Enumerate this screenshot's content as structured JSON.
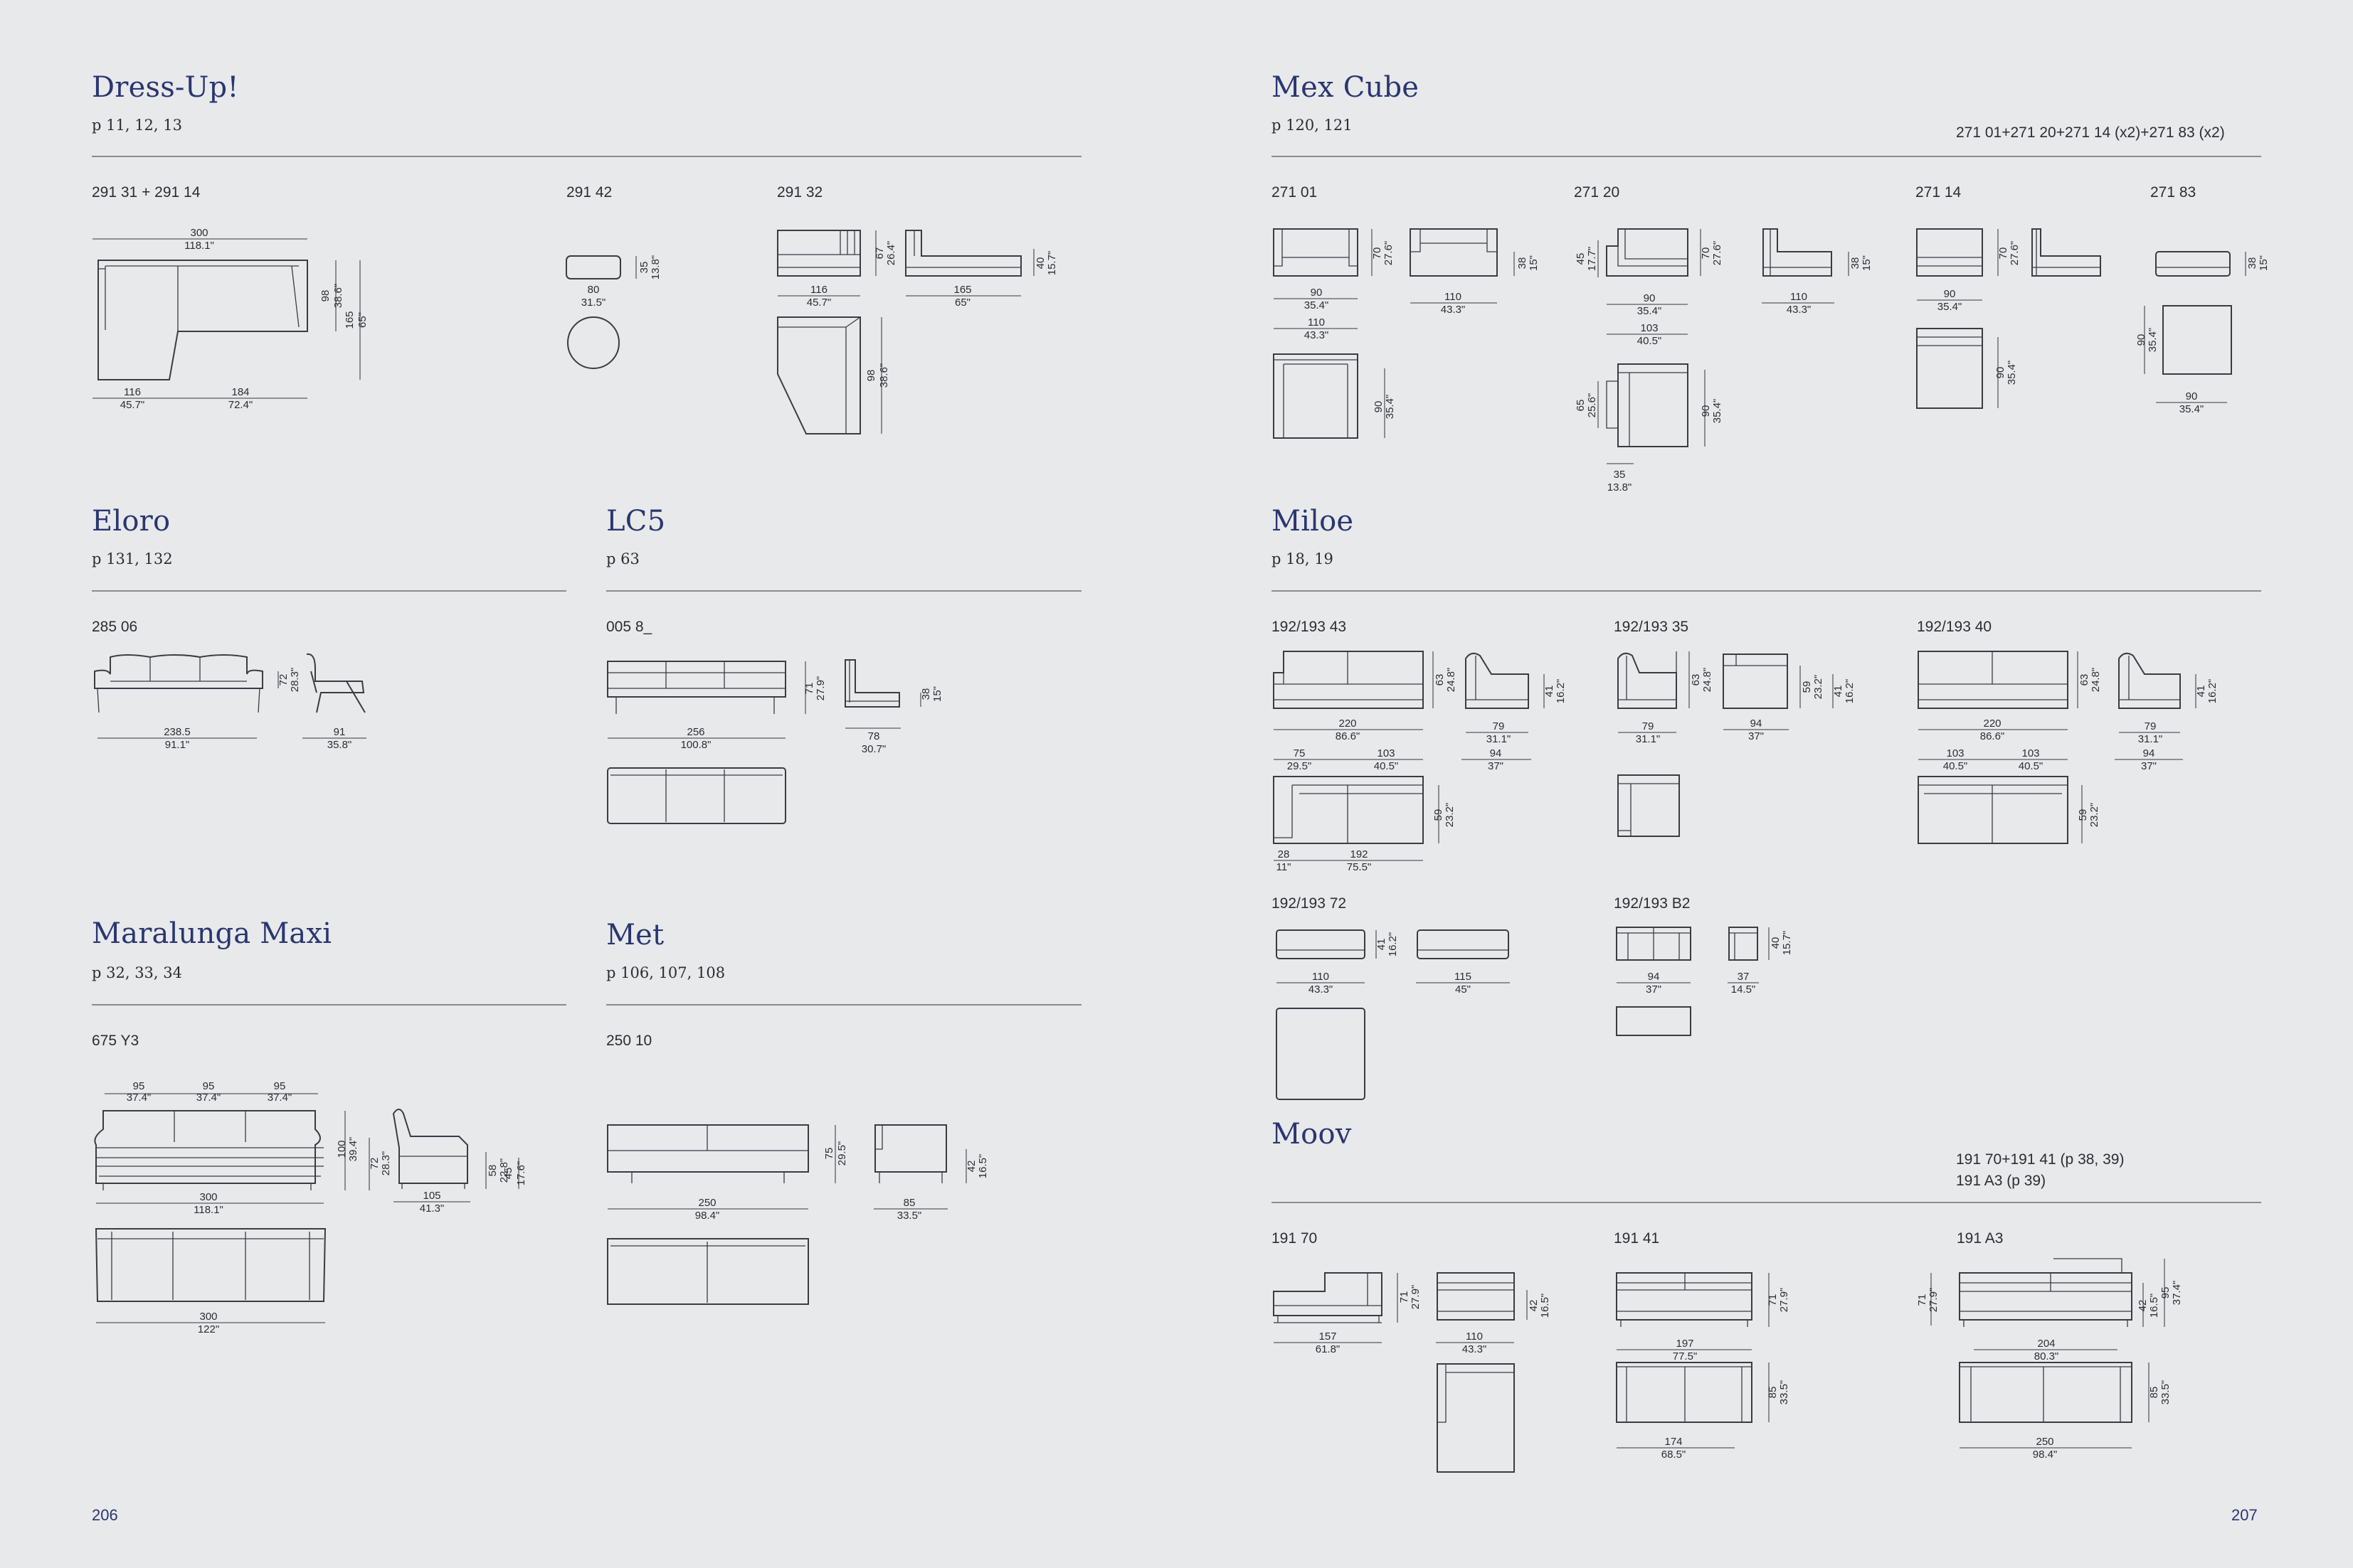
{
  "page_numbers": {
    "left": "206",
    "right": "207"
  },
  "sections": {
    "dressup": {
      "title": "Dress-Up!",
      "pages": "p 11, 12, 13",
      "items": {
        "a": {
          "code": "291 31 + 291 14",
          "w": "300",
          "w_in": "118.1\"",
          "d1": "98",
          "d1_in": "38.6\"",
          "d2": "165",
          "d2_in": "65\"",
          "b1": "116",
          "b1_in": "45.7\"",
          "b2": "184",
          "b2_in": "72.4\""
        },
        "b": {
          "code": "291 42",
          "h": "35",
          "h_in": "13.8\"",
          "w": "80",
          "w_in": "31.5\""
        },
        "c": {
          "code": "291 32",
          "h1": "67",
          "h1_in": "26.4\"",
          "h2": "40",
          "h2_in": "15.7\"",
          "w1": "116",
          "w1_in": "45.7\"",
          "w2": "165",
          "w2_in": "65\"",
          "d": "98",
          "d_in": "38.6\""
        }
      }
    },
    "eloro": {
      "title": "Eloro",
      "pages": "p 131, 132",
      "items": {
        "a": {
          "code": "285 06",
          "h": "72",
          "h_in": "28.3\"",
          "w": "238.5",
          "w_in": "91.1\"",
          "d": "91",
          "d_in": "35.8\""
        }
      }
    },
    "lc5": {
      "title": "LC5",
      "pages": "p 63",
      "items": {
        "a": {
          "code": "005 8_",
          "h": "71",
          "h_in": "27.9\"",
          "h2": "38",
          "h2_in": "15\"",
          "w": "256",
          "w_in": "100.8\"",
          "d": "78",
          "d_in": "30.7\""
        }
      }
    },
    "maralunga": {
      "title": "Maralunga Maxi",
      "pages": "p 32, 33, 34",
      "items": {
        "a": {
          "code": "675 Y3",
          "m1": "95",
          "m1_in": "37.4\"",
          "m2": "95",
          "m2_in": "37.4\"",
          "m3": "95",
          "m3_in": "37.4\"",
          "h1": "100",
          "h1_in": "39.4\"",
          "h2": "72",
          "h2_in": "28.3\"",
          "h3": "58",
          "h3_in": "22.8\"",
          "h4": "45",
          "h4_in": "17.6\"",
          "w": "300",
          "w_in": "118.1\"",
          "d": "105",
          "d_in": "41.3\"",
          "w2": "300",
          "w2_in": "122\""
        }
      }
    },
    "met": {
      "title": "Met",
      "pages": "p 106, 107, 108",
      "items": {
        "a": {
          "code": "250 10",
          "h": "75",
          "h_in": "29.5\"",
          "h2": "42",
          "h2_in": "16.5\"",
          "w": "250",
          "w_in": "98.4\"",
          "d": "85",
          "d_in": "33.5\""
        }
      }
    },
    "mexcube": {
      "title": "Mex Cube",
      "pages": "p 120, 121",
      "note": "271 01+271 20+271 14 (x2)+271 83 (x2)",
      "items": {
        "a": {
          "code": "271 01",
          "h1": "70",
          "h1_in": "27.6\"",
          "h2": "38",
          "h2_in": "15\"",
          "w1": "90",
          "w1_in": "35.4\"",
          "w2": "110",
          "w2_in": "43.3\"",
          "w3": "110",
          "w3_in": "43.3\"",
          "d": "90",
          "d_in": "35.4\""
        },
        "b": {
          "code": "271 20",
          "h1": "45",
          "h1_in": "17.7\"",
          "h2": "70",
          "h2_in": "27.6\"",
          "h3": "38",
          "h3_in": "15\"",
          "w1": "90",
          "w1_in": "35.4\"",
          "w2": "110",
          "w2_in": "43.3\"",
          "w3": "103",
          "w3_in": "40.5\"",
          "d1": "65",
          "d1_in": "25.6\"",
          "d2": "90",
          "d2_in": "35.4\"",
          "w4": "35",
          "w4_in": "13.8\""
        },
        "c": {
          "code": "271 14",
          "h": "70",
          "h_in": "27.6\"",
          "w": "90",
          "w_in": "35.4\"",
          "d": "90",
          "d_in": "35.4\""
        },
        "d": {
          "code": "271 83",
          "h": "38",
          "h_in": "15\"",
          "d": "90",
          "d_in": "35.4\"",
          "w": "90",
          "w_in": "35.4\""
        }
      }
    },
    "miloe": {
      "title": "Miloe",
      "pages": "p 18, 19",
      "items": {
        "a": {
          "code": "192/193 43",
          "h1": "63",
          "h1_in": "24.8\"",
          "h2": "41",
          "h2_in": "16.2\"",
          "w": "220",
          "w_in": "86.6\"",
          "d": "79",
          "d_in": "31.1\"",
          "m1": "75",
          "m1_in": "29.5\"",
          "m2": "103",
          "m2_in": "40.5\"",
          "m3": "94",
          "m3_in": "37\"",
          "h3": "59",
          "h3_in": "23.2\"",
          "b1": "28",
          "b1_in": "11\"",
          "b2": "192",
          "b2_in": "75.5\""
        },
        "b": {
          "code": "192/193 35",
          "h1": "63",
          "h1_in": "24.8\"",
          "h2": "59",
          "h2_in": "23.2\"",
          "h3": "41",
          "h3_in": "16.2\"",
          "w1": "79",
          "w1_in": "31.1\"",
          "w2": "94",
          "w2_in": "37\""
        },
        "c": {
          "code": "192/193 40",
          "h1": "63",
          "h1_in": "24.8\"",
          "h2": "41",
          "h2_in": "16.2\"",
          "w": "220",
          "w_in": "86.6\"",
          "d": "79",
          "d_in": "31.1\"",
          "m1": "103",
          "m1_in": "40.5\"",
          "m2": "103",
          "m2_in": "40.5\"",
          "m3": "94",
          "m3_in": "37\"",
          "h3": "59",
          "h3_in": "23.2\""
        },
        "d": {
          "code": "192/193 72",
          "h": "41",
          "h_in": "16.2\"",
          "w1": "110",
          "w1_in": "43.3\"",
          "w2": "115",
          "w2_in": "45\""
        },
        "e": {
          "code": "192/193 B2",
          "h": "40",
          "h_in": "15.7\"",
          "w1": "94",
          "w1_in": "37\"",
          "w2": "37",
          "w2_in": "14.5\""
        }
      }
    },
    "moov": {
      "title": "Moov",
      "pages": "",
      "note1": "191 70+191 41 (p 38, 39)",
      "note2": "191 A3 (p 39)",
      "items": {
        "a": {
          "code": "191 70",
          "h1": "71",
          "h1_in": "27.9\"",
          "h2": "42",
          "h2_in": "16.5\"",
          "w1": "157",
          "w1_in": "61.8\"",
          "w2": "110",
          "w2_in": "43.3\""
        },
        "b": {
          "code": "191 41",
          "h": "71",
          "h_in": "27.9\"",
          "w": "197",
          "w_in": "77.5\"",
          "d": "85",
          "d_in": "33.5\"",
          "w2": "174",
          "w2_in": "68.5\""
        },
        "c": {
          "code": "191 A3",
          "h1": "71",
          "h1_in": "27.9\"",
          "h2": "42",
          "h2_in": "16.5\"",
          "h3": "95",
          "h3_in": "37.4\"",
          "w": "204",
          "w_in": "80.3\"",
          "d": "85",
          "d_in": "33.5\"",
          "w2": "250",
          "w2_in": "98.4\""
        }
      }
    }
  }
}
